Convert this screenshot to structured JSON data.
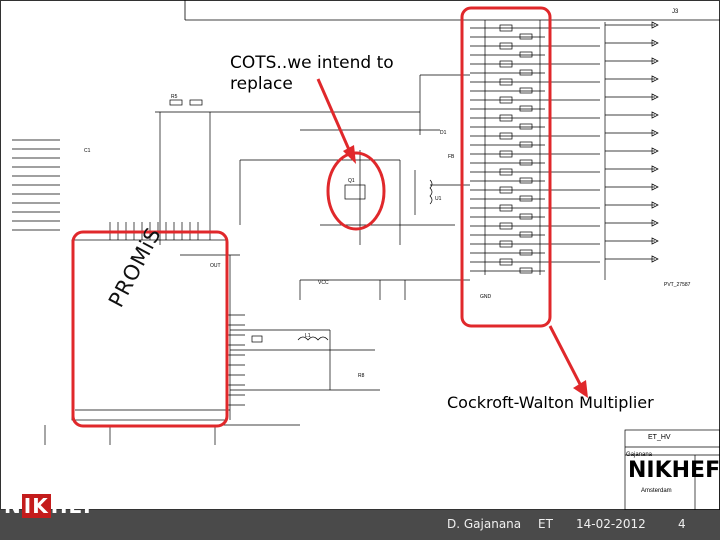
{
  "slide": {
    "annotation_cots_line1": "COTS..we intend to",
    "annotation_cots_line2": "replace",
    "annotation_cw": "Cockroft-Walton Multiplier",
    "annotation_promis": "PROMiS"
  },
  "footer": {
    "logo_left": "N",
    "logo_mid": "IK",
    "logo_right": "HEF",
    "author": "D. Gajanana",
    "dept": "ET",
    "date": "14-02-2012",
    "page": "4"
  },
  "title_block": {
    "logo": "NIKHEF",
    "city": "Amsterdam",
    "drawing": "ET_HV",
    "name": "Gajanana"
  },
  "schematic_labels": {
    "connector": "J3",
    "net_pvt": "PVT_27587",
    "net_vcc": "VCC",
    "net_out": "OUT",
    "net_fb": "FB",
    "net_gnd": "GND",
    "inductor_l1": "L1",
    "ref_r5": "R5",
    "ref_c1": "C1",
    "ref_q1": "Q1",
    "ref_d1": "D1",
    "ref_u1": "U1",
    "ref_r8": "R8"
  },
  "colors": {
    "highlight": "#e0282b",
    "wire": "#000000",
    "footer": "#4a4a4a",
    "logo_red": "#c41c1c"
  }
}
